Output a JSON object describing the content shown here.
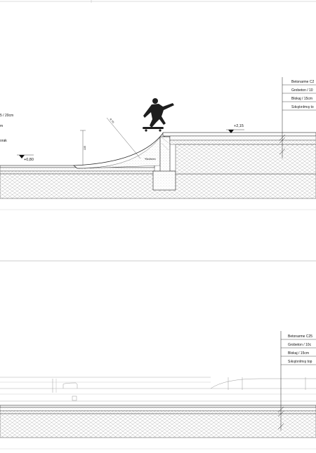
{
  "section_top": {
    "left_notes": [
      "5 / 20cm",
      "m",
      "orak"
    ],
    "elevation_left": "+0,80",
    "elevation_right": "+2,15",
    "dim_vertical": "135",
    "dim_radius": "R:70",
    "fill_label": "*Bedheim",
    "layer_notes": [
      "Betonarme C2",
      "Grobeton / 10",
      "Blokaj / 15cm",
      "Sıkıştırılmış to"
    ]
  },
  "section_bottom": {
    "layer_notes": [
      "Betonarme C25",
      "Grobeton / 10c",
      "Blokaj / 15cm",
      "Sıkıştırılmış top"
    ]
  },
  "colors": {
    "line": "#222222",
    "hatch": "#8a8a8a",
    "figure": "#1e1e1e"
  },
  "icons": [
    "skateboarder-silhouette",
    "elevation-marker-triangle",
    "break-line"
  ]
}
